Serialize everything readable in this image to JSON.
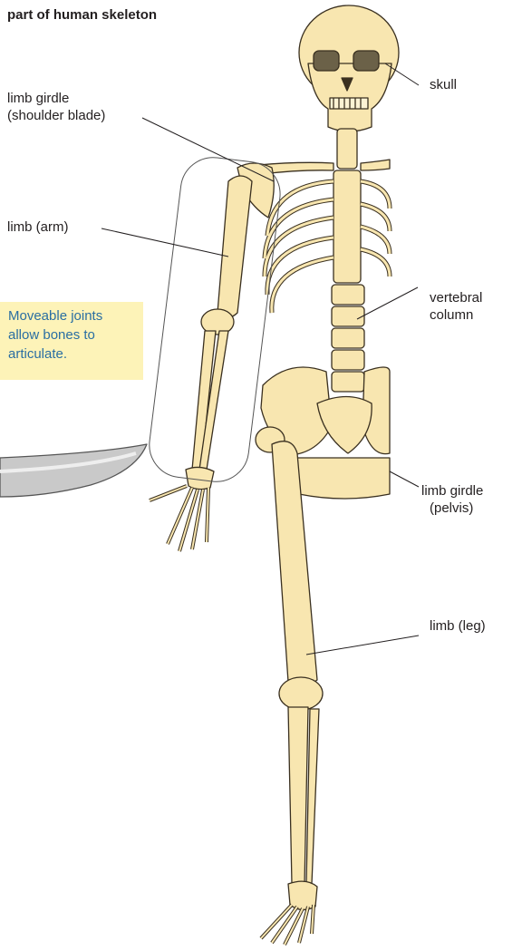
{
  "title": "part of human skeleton",
  "labels": {
    "skull": "skull",
    "shoulder_line1": "limb girdle",
    "shoulder_line2": "(shoulder blade)",
    "arm": "limb (arm)",
    "vertebral_line1": "vertebral",
    "vertebral_line2": "column",
    "pelvis_line1": "limb girdle",
    "pelvis_line2": "(pelvis)",
    "leg": "limb (leg)"
  },
  "note": {
    "line1": "Moveable joints",
    "line2": "allow bones to",
    "line3": "articulate."
  },
  "colors": {
    "bone": "#f8e6b0",
    "bone_light": "#fdf3d4",
    "outline": "#3a3020",
    "note_bg": "#fdf3b8",
    "note_text": "#2a6ea2"
  }
}
